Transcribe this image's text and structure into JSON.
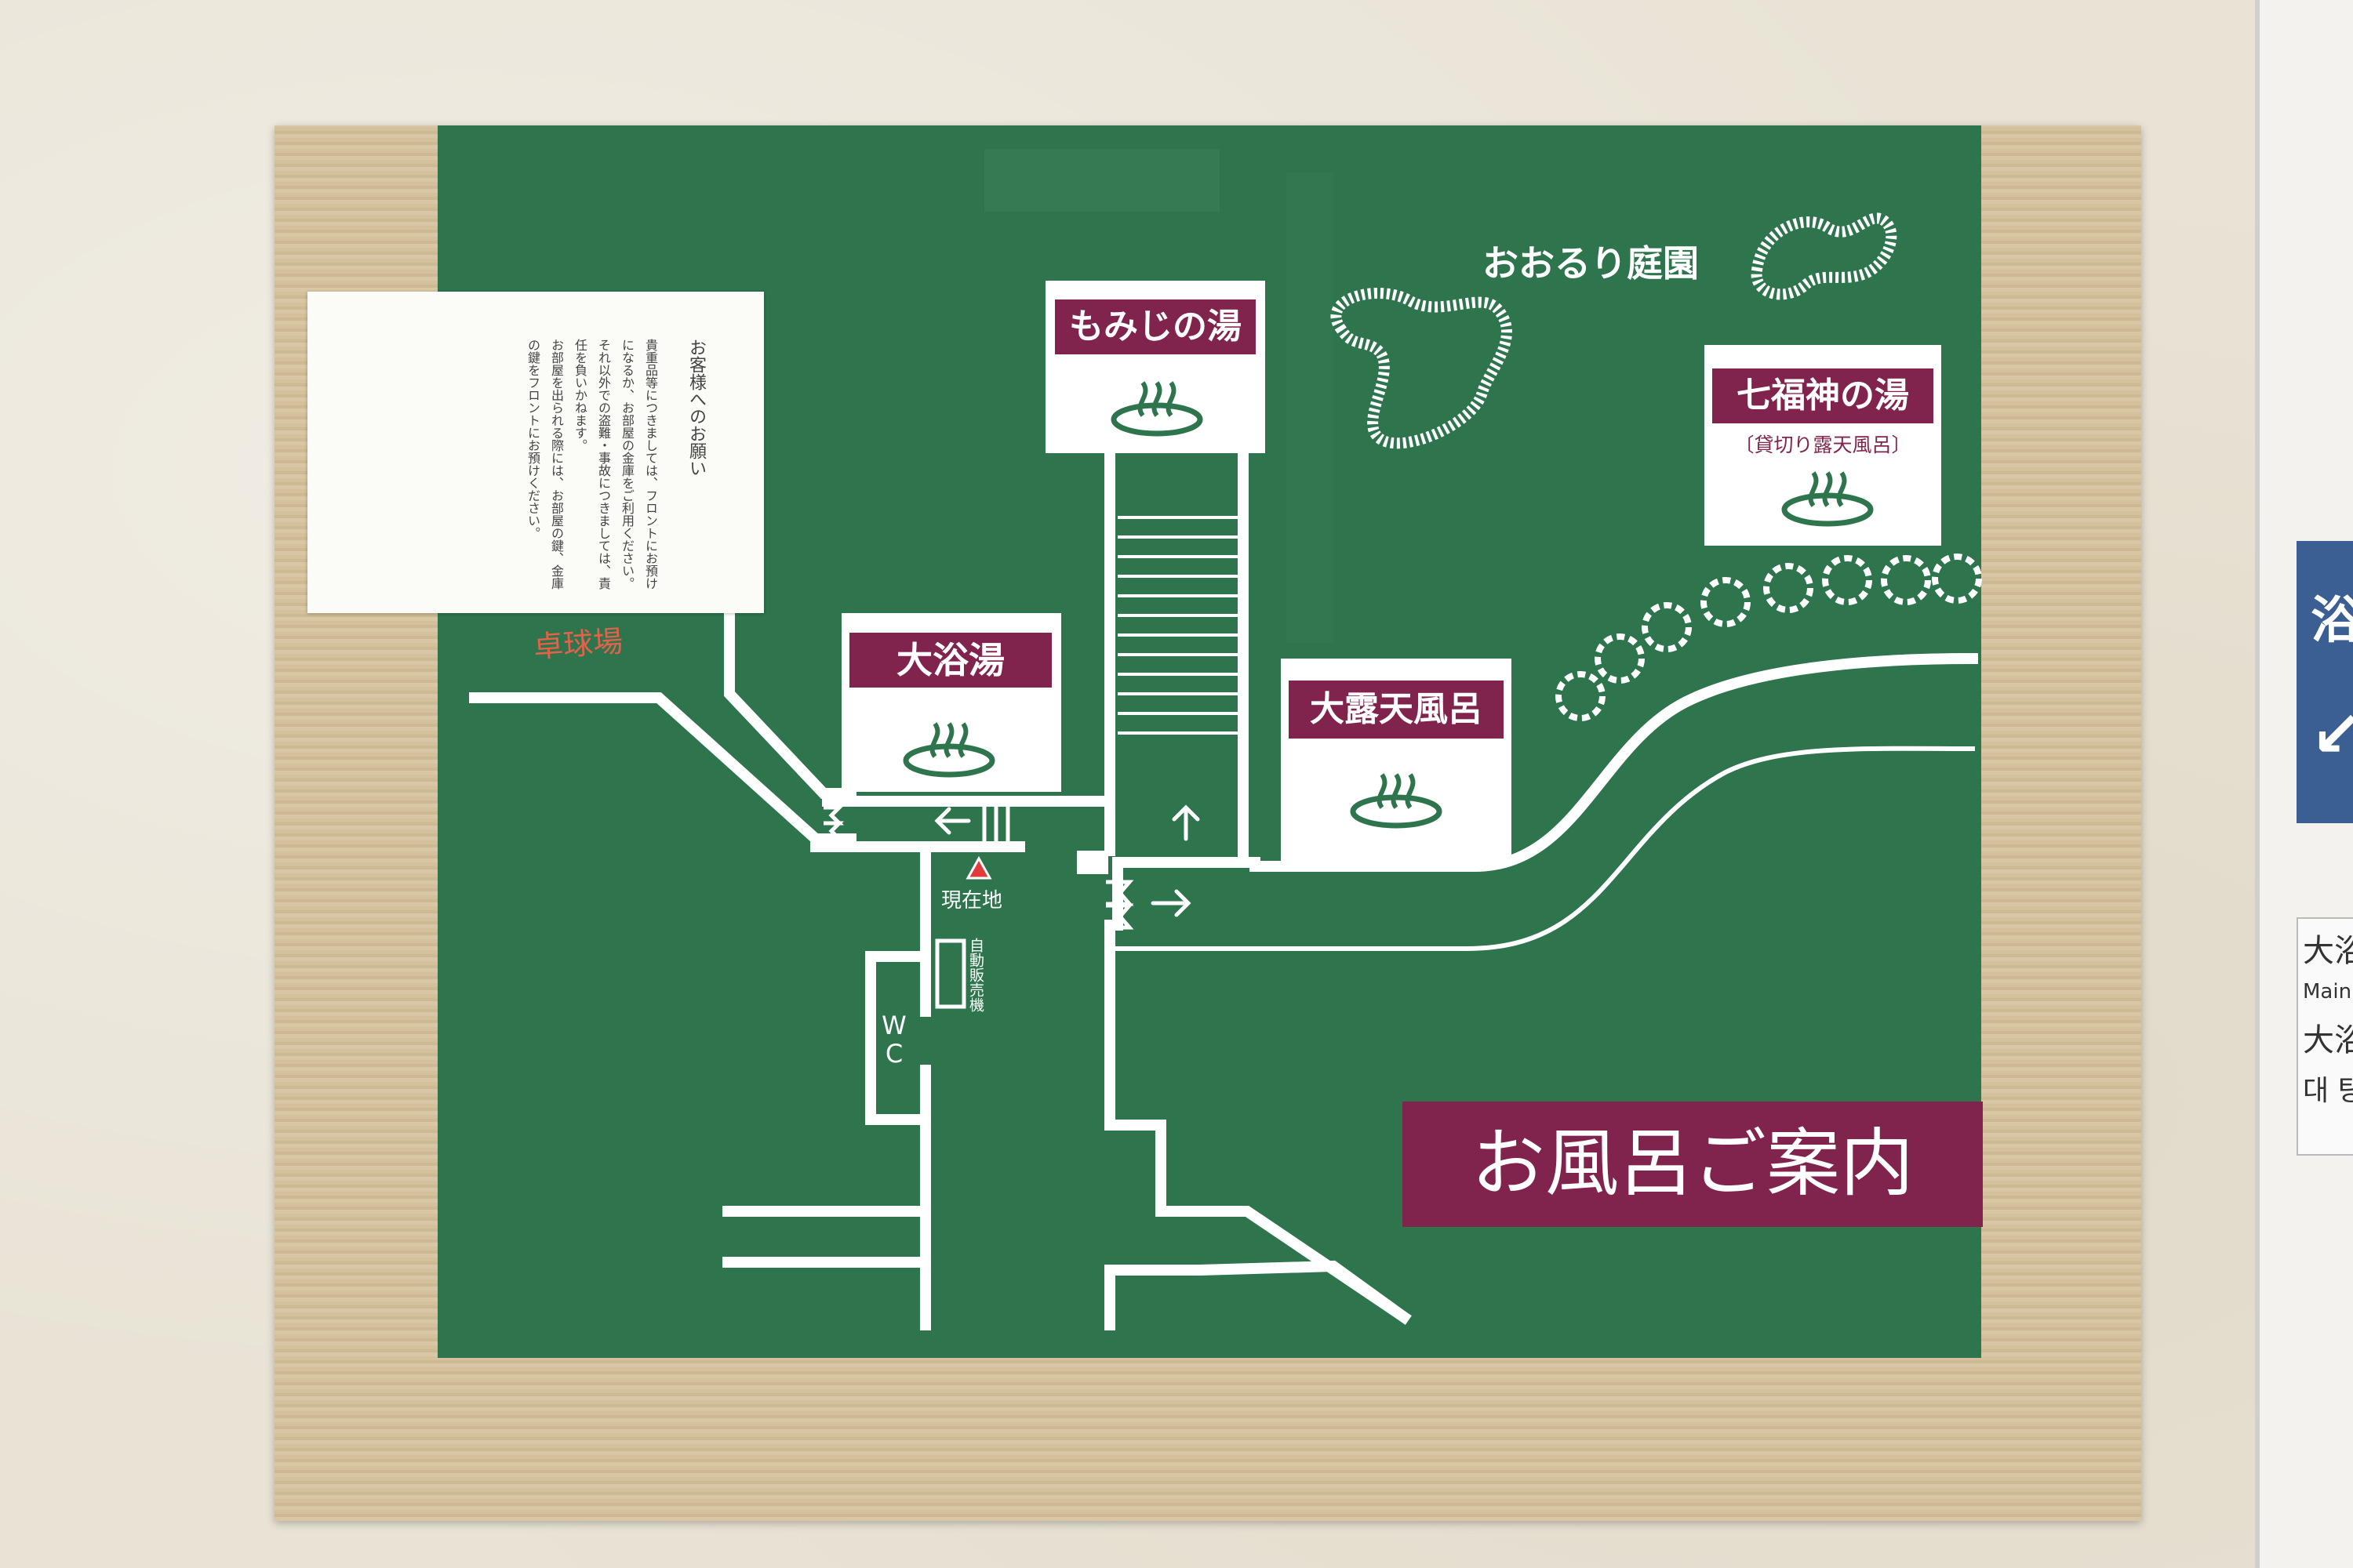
{
  "notice": {
    "title": "お客様へのお願い",
    "lines": [
      "貴重品等につきましては、フロントにお預けになるか、お部屋の金庫をご利用ください。",
      "それ以外での盗難・事故につきましては、責任を負いかねます。",
      "お部屋を出られる際には、お部屋の鍵、金庫の鍵をフロントにお預けください。"
    ]
  },
  "stamp": "卓球場",
  "baths": {
    "momiji": "もみじの湯",
    "daiyokujo": "大浴湯",
    "dairoten": "大露天風呂",
    "shichifukujin": "七福神の湯",
    "shichifukujin_sub": "〔貸切り露天風呂〕"
  },
  "garden": "おおるり庭園",
  "here": "現在地",
  "wc": "W C",
  "vending": "自動販売機",
  "title": "お風呂ご案内",
  "right_signs": {
    "blue_char": "浴",
    "white_lines": [
      "大浴",
      "Main B",
      "大浴",
      "대 탕"
    ]
  },
  "colors": {
    "map_green": "#2e744d",
    "label_maroon": "#80244e",
    "board_wood": "#d8c6a4"
  }
}
